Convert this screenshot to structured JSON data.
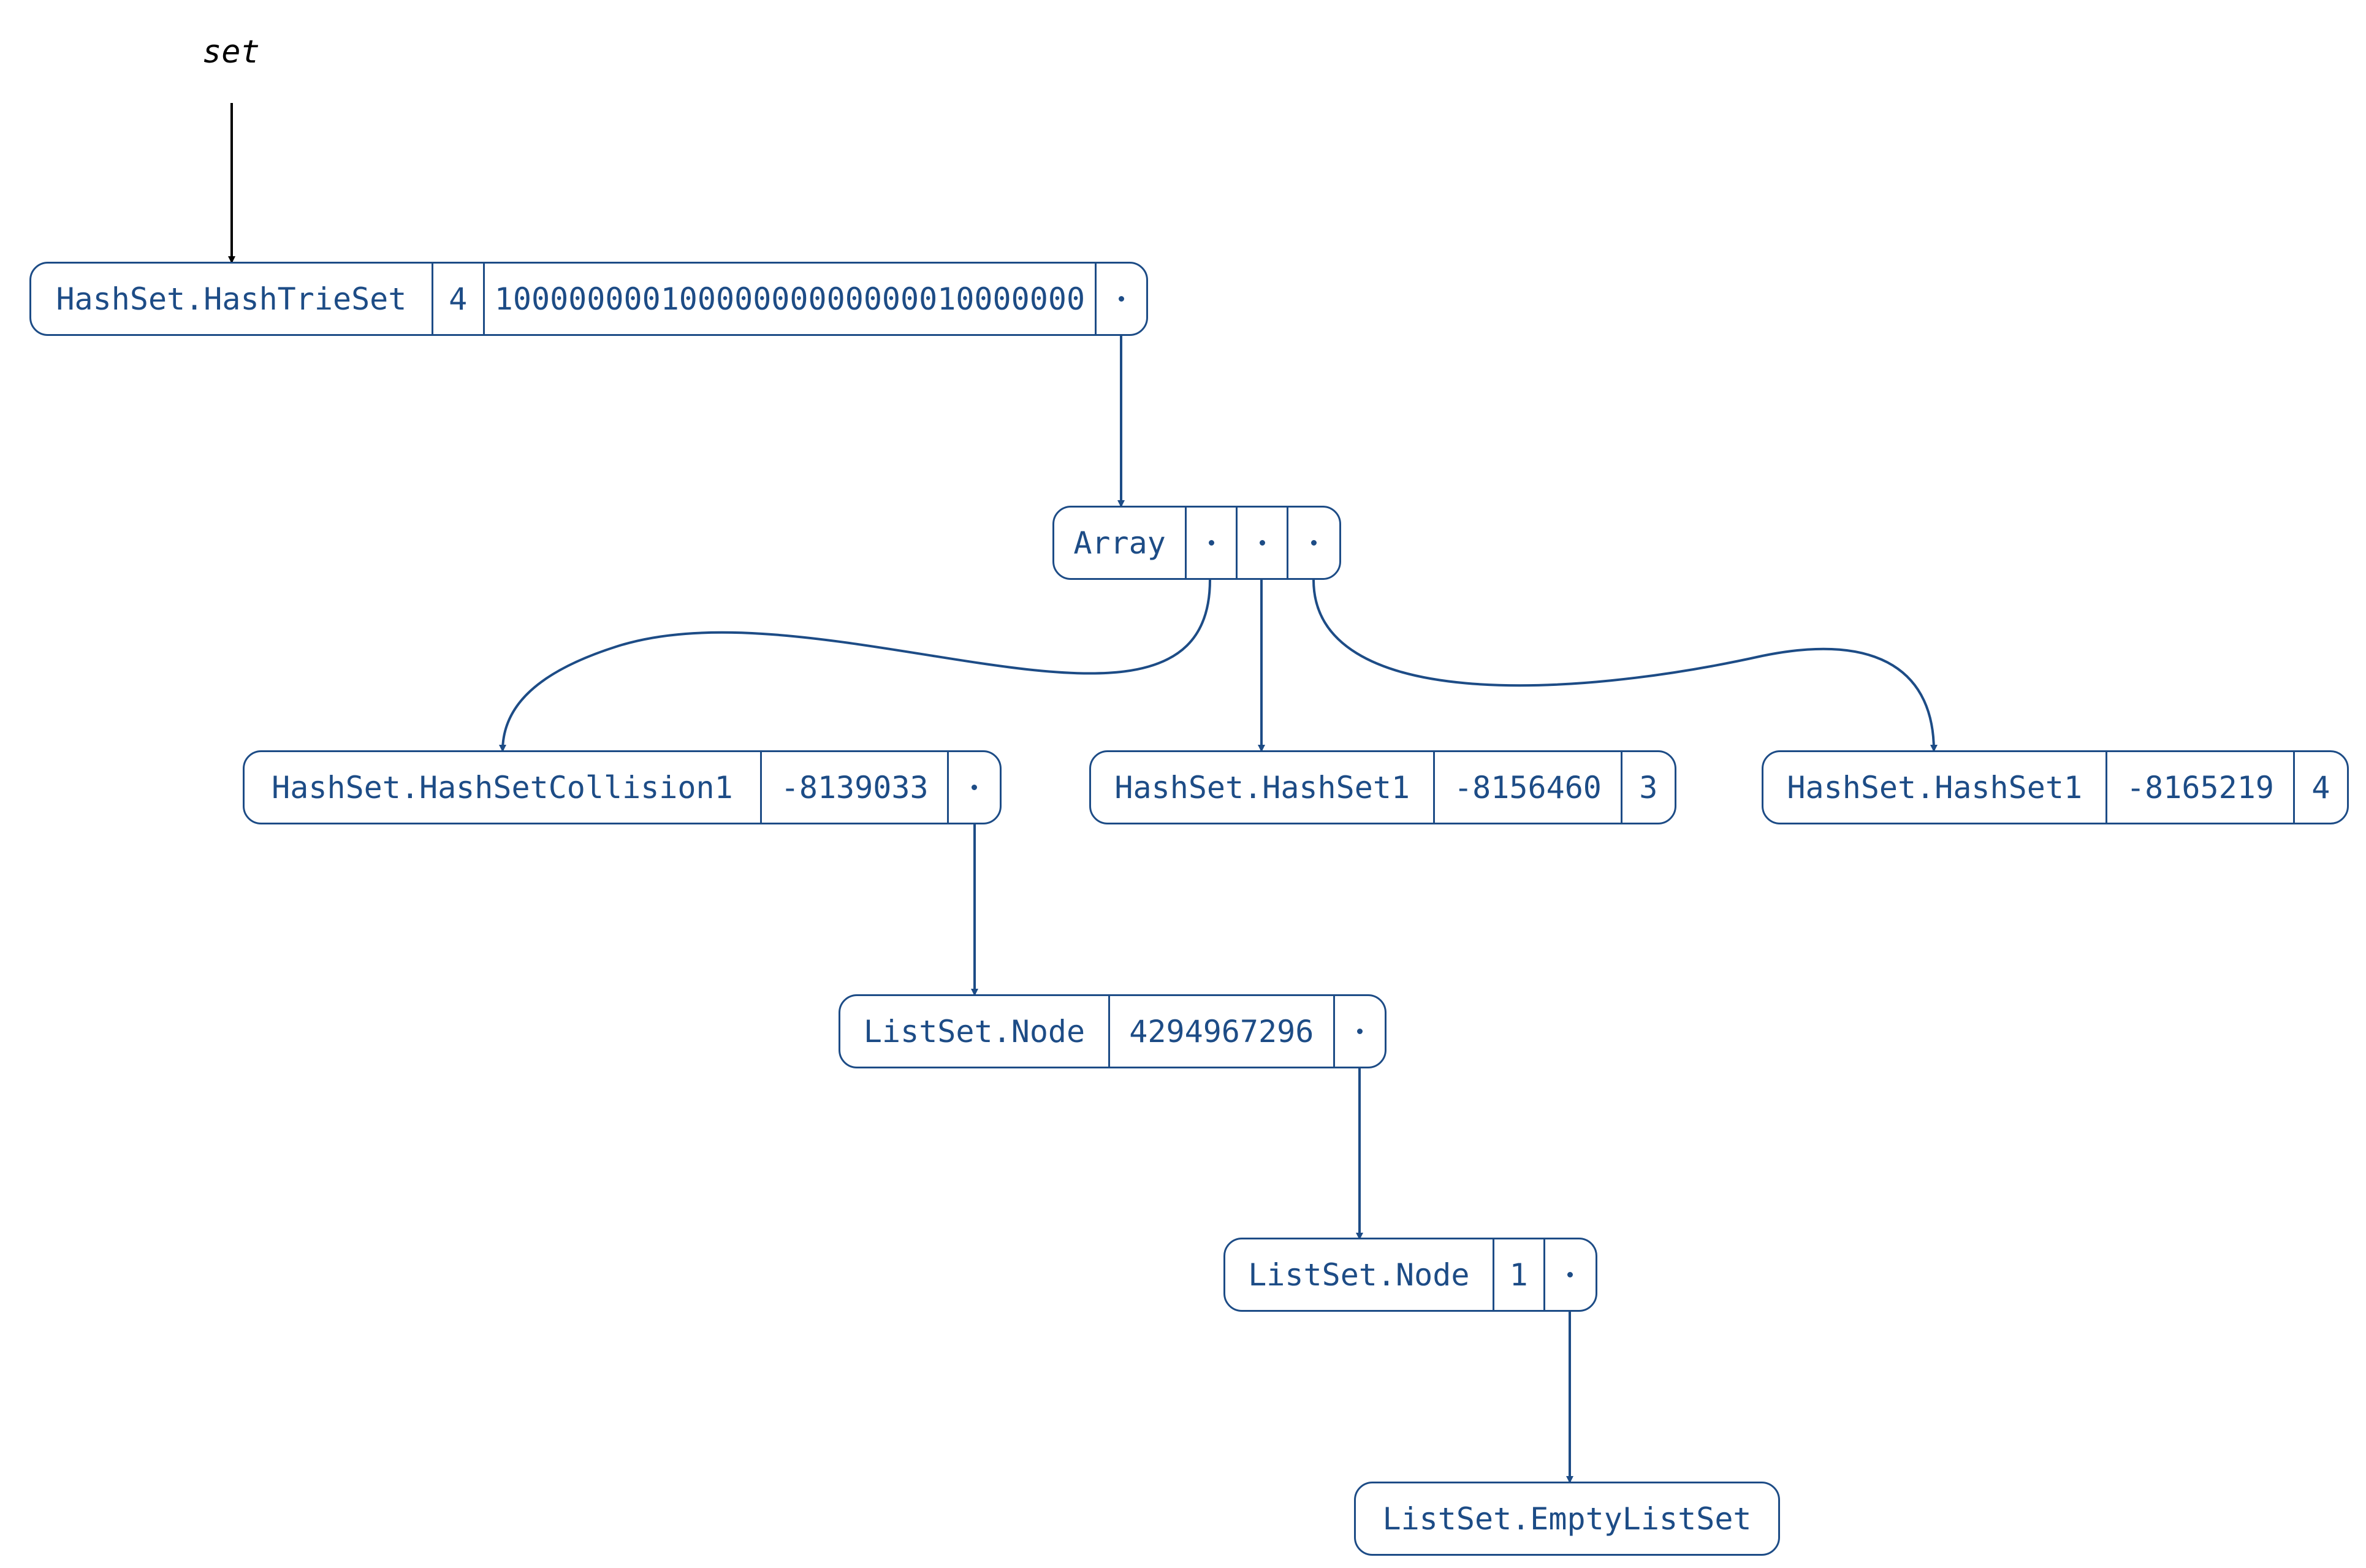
{
  "root_label": "set",
  "nodes": {
    "hashtrieset": [
      "HashSet.HashTrieSet",
      "4",
      "10000000010000000000000010000000",
      "•"
    ],
    "array": [
      "Array",
      "•",
      "•",
      "•"
    ],
    "collision": [
      "HashSet.HashSetCollision1",
      "-8139033",
      "•"
    ],
    "hashset1_a": [
      "HashSet.HashSet1",
      "-8156460",
      "3"
    ],
    "hashset1_b": [
      "HashSet.HashSet1",
      "-8165219",
      "4"
    ],
    "listnode_1": [
      "ListSet.Node",
      "4294967296",
      "•"
    ],
    "listnode_2": [
      "ListSet.Node",
      "1",
      "•"
    ],
    "emptylist": [
      "ListSet.EmptyListSet"
    ]
  },
  "colors": {
    "node_stroke": "#1d4c86",
    "root_arrow": "#000000"
  }
}
